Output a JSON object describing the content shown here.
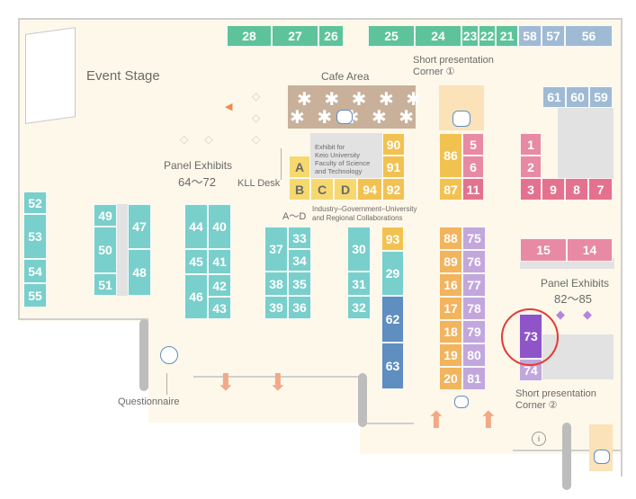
{
  "colors": {
    "green": "#5ec39a",
    "teal": "#79cfcb",
    "blue": "#9fbad4",
    "steel": "#5f8ec0",
    "yellow": "#f6d86e",
    "amber": "#f2c251",
    "orange": "#f2b45d",
    "lavender": "#c2a7dc",
    "pink": "#e88aa3",
    "rose": "#e4728f",
    "highlight": "#e53935",
    "selected": "#8f55c8"
  },
  "labels": {
    "event_stage": "Event Stage",
    "cafe_area": "Cafe Area",
    "short_presentation_1_line1": "Short presentation",
    "short_presentation_1_line2": "Corner ①",
    "short_presentation_2_line1": "Short presentation",
    "short_presentation_2_line2": "Corner ②",
    "panel_exhibits_1": "Panel Exhibits",
    "panel_exhibits_1_range": "64～72",
    "panel_exhibits_2": "Panel Exhibits",
    "panel_exhibits_2_range": "82～85",
    "kll_desk": "KLL Desk",
    "keio_line1": "Exhibit for",
    "keio_line2": "Keio University",
    "keio_line3": "Faculty of Science",
    "keio_line4": "and Technology",
    "collab_prefix": "A～D",
    "collab_line1": "Industry–Government–University",
    "collab_line2": "and Regional Collaborations",
    "questionnaire": "Questionnaire"
  },
  "booths": {
    "b28": "28",
    "b27": "27",
    "b26": "26",
    "b25": "25",
    "b24": "24",
    "b23": "23",
    "b22": "22",
    "b21": "21",
    "b58": "58",
    "b57": "57",
    "b56": "56",
    "b61": "61",
    "b60": "60",
    "b59": "59",
    "b90": "90",
    "b91": "91",
    "bA": "A",
    "bB": "B",
    "bC": "C",
    "bD": "D",
    "b94": "94",
    "b92": "92",
    "b86": "86",
    "b87": "87",
    "b5": "5",
    "b6": "6",
    "b11": "11",
    "b1": "1",
    "b2": "2",
    "b3": "3",
    "b9": "9",
    "b8": "8",
    "b7": "7",
    "b52": "52",
    "b53": "53",
    "b54": "54",
    "b55": "55",
    "b49": "49",
    "b50": "50",
    "b51": "51",
    "b47": "47",
    "b48": "48",
    "b44": "44",
    "b40": "40",
    "b45": "45",
    "b41": "41",
    "b46": "46",
    "b42": "42",
    "b43": "43",
    "b37": "37",
    "b33": "33",
    "b34": "34",
    "b38": "38",
    "b35": "35",
    "b39": "39",
    "b36": "36",
    "b30": "30",
    "b31": "31",
    "b32": "32",
    "b93": "93",
    "b29": "29",
    "b62": "62",
    "b63": "63",
    "b88": "88",
    "b89": "89",
    "b16": "16",
    "b17": "17",
    "b18": "18",
    "b19": "19",
    "b20": "20",
    "b75": "75",
    "b76": "76",
    "b77": "77",
    "b78": "78",
    "b79": "79",
    "b80": "80",
    "b81": "81",
    "b15": "15",
    "b14": "14",
    "b73": "73",
    "b74": "74"
  }
}
